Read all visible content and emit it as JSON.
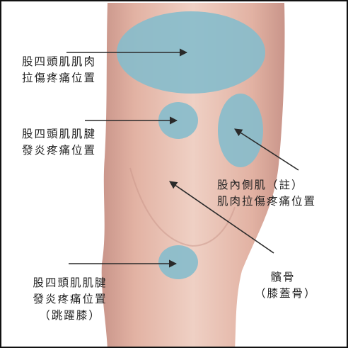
{
  "labels": {
    "quad_muscle_strain": "股四頭肌肌肉\n拉傷疼痛位置",
    "quad_tendon_upper": "股四頭肌肌腱\n發炎疼痛位置",
    "vastus_medialis": "股內側肌（註）\n肌肉拉傷疼痛位置",
    "patella": "髕骨\n（膝蓋骨）",
    "patellar_tendon": "股四頭肌肌腱\n發炎疼痛位置\n（跳躍膝）"
  },
  "colors": {
    "marker": "#86bccc",
    "skin_light": "#efd0c4",
    "skin_mid": "#e2b2a3",
    "skin_shadow": "#c9958a",
    "arrow": "#2a2a2a"
  }
}
